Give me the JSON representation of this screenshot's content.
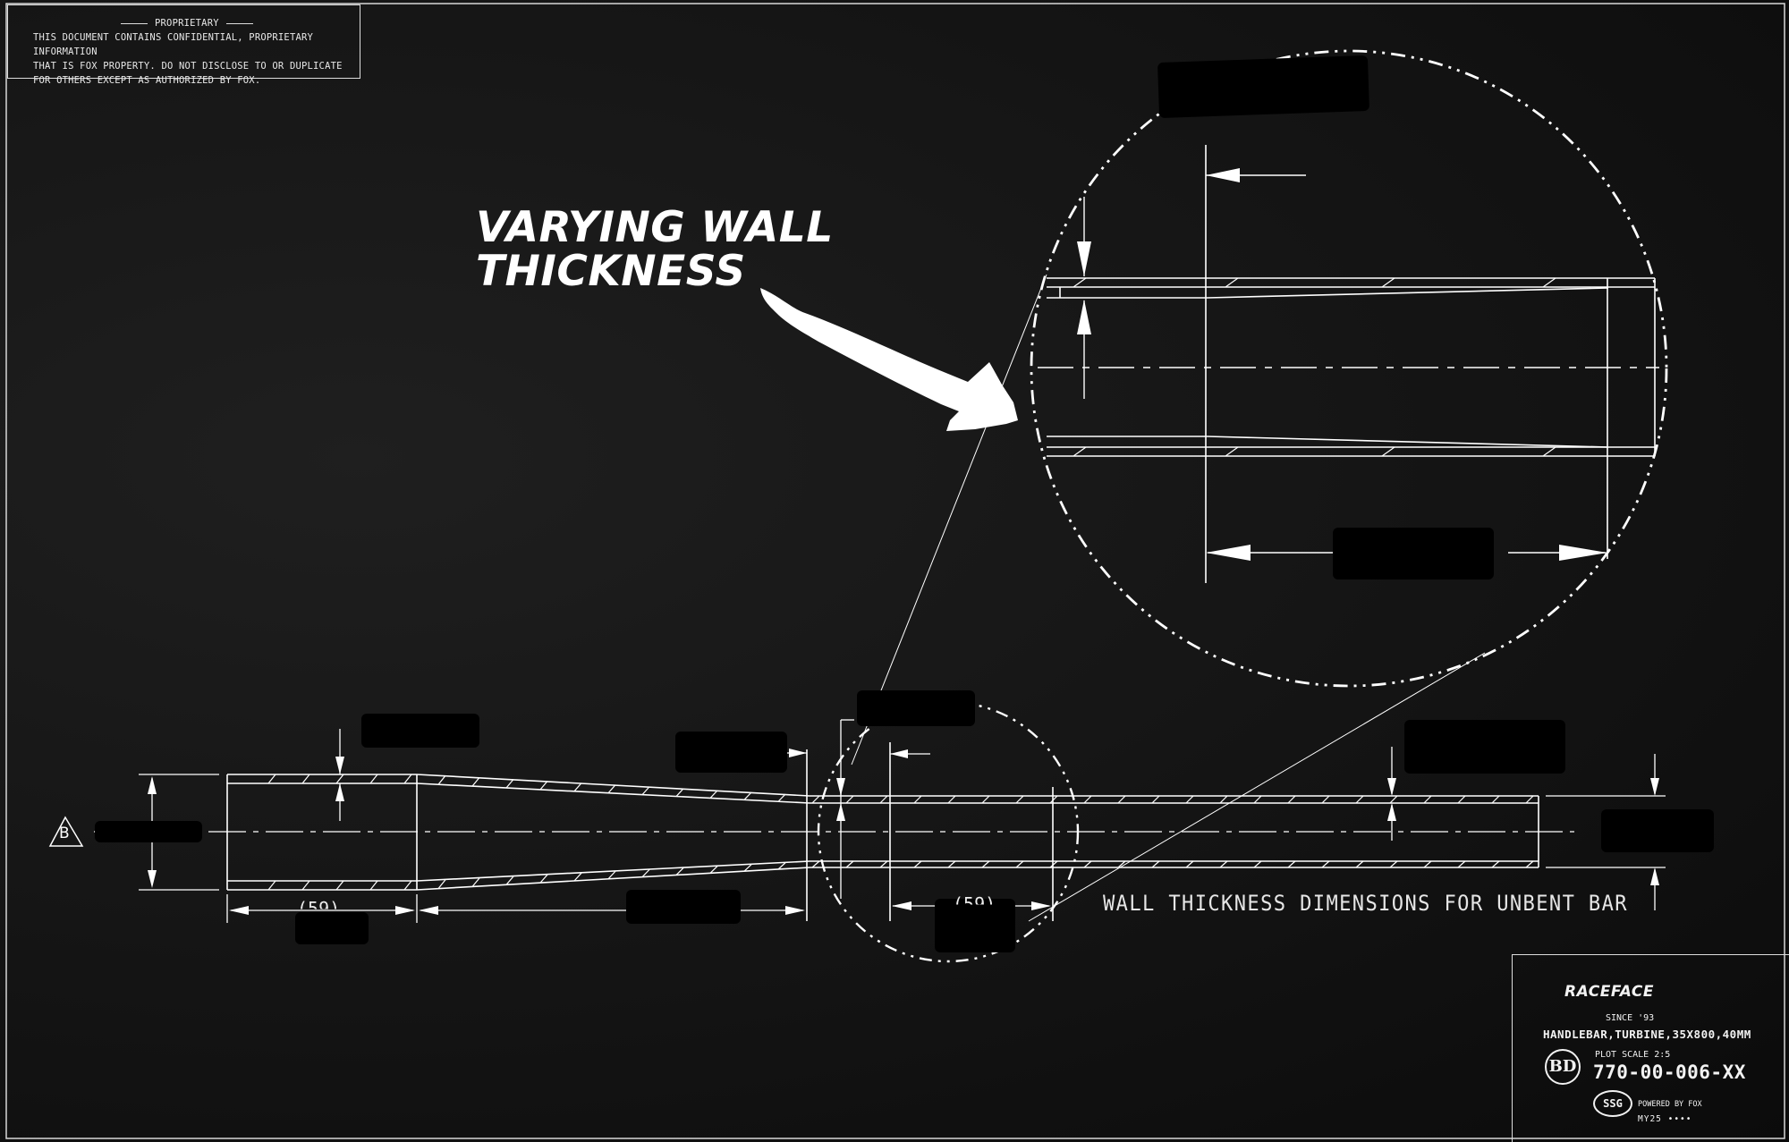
{
  "proprietary": {
    "header": "PROPRIETARY",
    "lines": [
      "THIS DOCUMENT CONTAINS CONFIDENTIAL, PROPRIETARY INFORMATION",
      "THAT IS FOX PROPERTY. DO NOT DISCLOSE TO OR DUPLICATE",
      "FOR OTHERS EXCEPT AS AUTHORIZED BY FOX."
    ]
  },
  "callout": {
    "line1": "VARYING WALL",
    "line2": "THICKNESS"
  },
  "note": "WALL THICKNESS DIMENSIONS FOR UNBENT BAR",
  "dimensions": {
    "left_length": "(59)",
    "center_length": "(59)"
  },
  "datum": "B",
  "title_block": {
    "brand": "RACEFACE",
    "since": "SINCE '93",
    "part_name": "HANDLEBAR,TURBINE,35X800,40MM",
    "plot_scale": "PLOT SCALE 2:5",
    "part_number": "770-00-006-XX",
    "rev_badge": "BD",
    "ssg": "SSG",
    "powered_by": "POWERED BY FOX",
    "model_year": "MY25 ••••"
  },
  "colors": {
    "background": "#121212",
    "line": "#ffffff",
    "redaction": "#000000"
  }
}
